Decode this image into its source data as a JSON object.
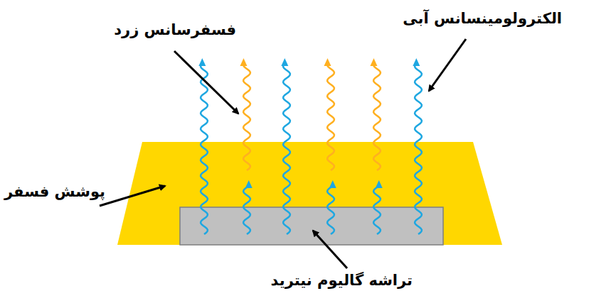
{
  "diagram": {
    "labels": [
      "فسفرسانس زرد",
      "الکترولومینسانس آبی",
      "پوشش فسفر",
      "تراشه گالیوم نیترید"
    ]
  }
}
